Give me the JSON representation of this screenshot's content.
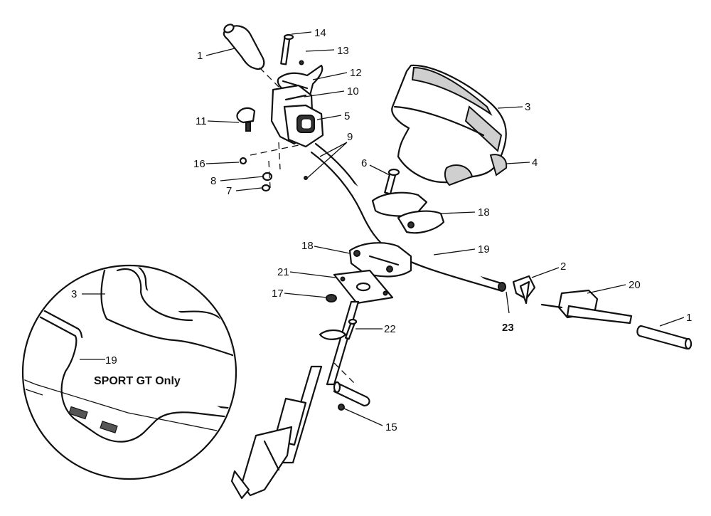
{
  "callouts": {
    "c1a": "1",
    "c14": "14",
    "c13": "13",
    "c12": "12",
    "c10": "10",
    "c11": "11",
    "c5": "5",
    "c9": "9",
    "c16": "16",
    "c8": "8",
    "c7": "7",
    "c3": "3",
    "c4": "4",
    "c6": "6",
    "c18a": "18",
    "c18b": "18",
    "c19": "19",
    "c21": "21",
    "c17": "17",
    "c2": "2",
    "c20": "20",
    "c1b": "1",
    "c23": "23",
    "c22": "22",
    "c15": "15"
  },
  "inset": {
    "c3": "3",
    "c19": "19",
    "note": "SPORT GT Only"
  }
}
